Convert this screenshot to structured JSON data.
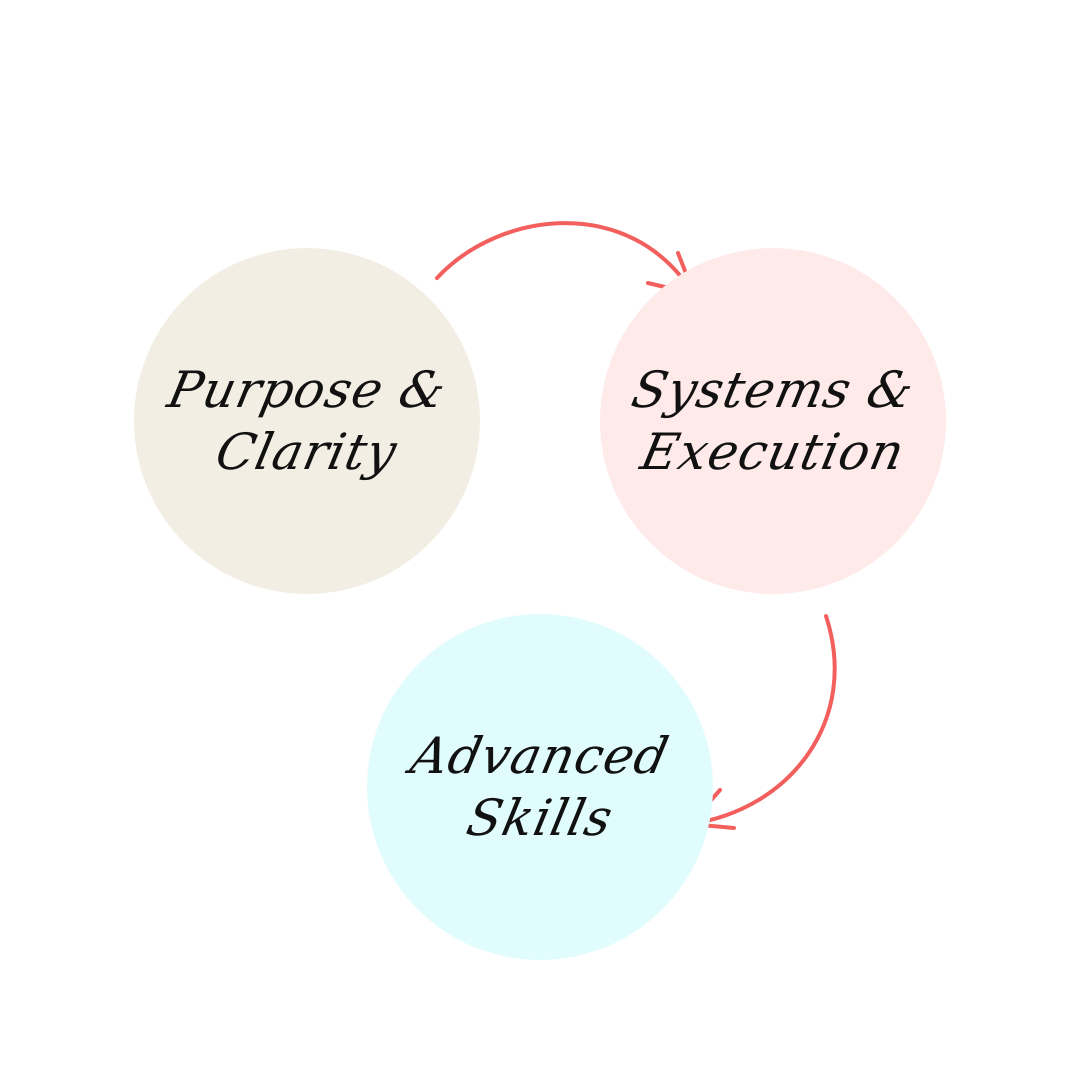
{
  "colors": {
    "background": "#ffffff",
    "circle_purpose": "#f3eee4",
    "circle_systems": "#ffeaea",
    "circle_skills": "#e1fcfd",
    "arrow": "#f25f5c",
    "text": "#111111"
  },
  "nodes": [
    {
      "id": "purpose",
      "lines": [
        "Purpose &",
        "Clarity"
      ]
    },
    {
      "id": "systems",
      "lines": [
        "Systems &",
        "Execution"
      ]
    },
    {
      "id": "skills",
      "lines": [
        "Advanced",
        "Skills"
      ]
    }
  ],
  "edges": [
    {
      "from": "purpose",
      "to": "systems"
    },
    {
      "from": "systems",
      "to": "skills"
    }
  ]
}
